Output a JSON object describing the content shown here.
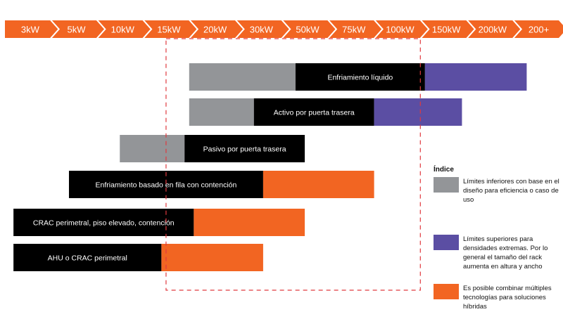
{
  "chart_data": {
    "type": "bar",
    "scale": [
      "3kW",
      "5kW",
      "10kW",
      "15kW",
      "20kW",
      "30kW",
      "50kW",
      "75kW",
      "100kW",
      "150kW",
      "200kW",
      "200+"
    ],
    "bars": [
      {
        "name": "Enfriamiento líquido",
        "segments": [
          {
            "kind": "lower",
            "start": 4.0,
            "end": 6.3
          },
          {
            "kind": "core",
            "start": 6.3,
            "end": 9.1
          },
          {
            "kind": "upper",
            "start": 9.1,
            "end": 11.3
          }
        ]
      },
      {
        "name": "Activo por puerta trasera",
        "segments": [
          {
            "kind": "lower",
            "start": 4.0,
            "end": 5.4
          },
          {
            "kind": "core",
            "start": 5.4,
            "end": 8.0
          },
          {
            "kind": "upper",
            "start": 8.0,
            "end": 9.9
          }
        ]
      },
      {
        "name": "Pasivo por puerta trasera",
        "segments": [
          {
            "kind": "lower",
            "start": 2.5,
            "end": 3.9
          },
          {
            "kind": "core",
            "start": 3.9,
            "end": 6.5
          }
        ]
      },
      {
        "name": "Enfriamiento basado en fila con contención",
        "segments": [
          {
            "kind": "core",
            "start": 1.4,
            "end": 5.6
          },
          {
            "kind": "hybrid",
            "start": 5.6,
            "end": 8.0
          }
        ]
      },
      {
        "name": "CRAC perimetral, piso elevado, contención",
        "segments": [
          {
            "kind": "core",
            "start": 0.2,
            "end": 4.1
          },
          {
            "kind": "hybrid",
            "start": 4.1,
            "end": 6.5
          }
        ]
      },
      {
        "name": "AHU o CRAC perimetral",
        "segments": [
          {
            "kind": "core",
            "start": 0.2,
            "end": 3.4
          },
          {
            "kind": "hybrid",
            "start": 3.4,
            "end": 5.6
          }
        ]
      }
    ],
    "highlight_range": {
      "start": 3.5,
      "end": 9.0
    },
    "legend": {
      "title": "Índice",
      "items": [
        {
          "kind": "lower",
          "label": "Límites inferiores con base en el diseño para eficiencia o caso de uso"
        },
        {
          "kind": "upper",
          "label": "Límites superiores para densidades extremas. Por lo general el tamaño del rack aumenta en altura y ancho"
        },
        {
          "kind": "hybrid",
          "label": "Es posible combinar múltiples tecnologías para soluciones híbridas"
        }
      ]
    },
    "colors": {
      "arrow": "#f26522",
      "lower": "#939598",
      "core": "#000000",
      "upper": "#5b4ea3",
      "hybrid": "#f26522",
      "highlight": "#e0393e"
    }
  }
}
